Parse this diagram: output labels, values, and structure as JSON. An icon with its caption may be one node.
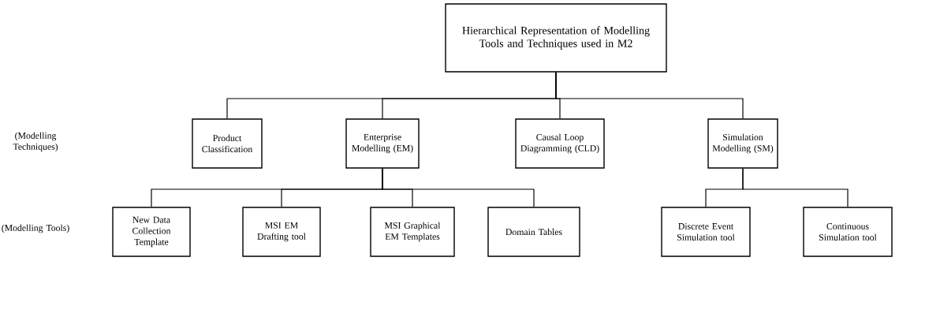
{
  "diagram": {
    "nodes": [
      {
        "text": [
          "Hierarchical Representation of Modelling Tools and Techniques used in M2"
        ]
      },
      {
        "text": [
          "Product Classification"
        ]
      },
      {
        "text": [
          "Enterprise Modelling (EM)"
        ]
      },
      {
        "text": [
          "Causal Loop Diagramming (CLD)"
        ]
      },
      {
        "text": [
          "Simulation Modelling (SM)"
        ]
      },
      {
        "text": [
          "New Data Collection Template"
        ]
      },
      {
        "text": [
          "MSI EM Drafting tool"
        ]
      },
      {
        "text": [
          "MSI Graphical EM Templates"
        ]
      },
      {
        "text": [
          "Domain Tables"
        ]
      },
      {
        "text": [
          "Discrete Event Simulation tool"
        ]
      },
      {
        "text": [
          "Continuous Simulation tool"
        ]
      }
    ],
    "edges": [
      {
        "from": 0,
        "to": 1,
        "arrow": "none"
      },
      {
        "from": 0,
        "to": 2,
        "arrow": "none"
      },
      {
        "from": 0,
        "to": 3,
        "arrow": "none"
      },
      {
        "from": 0,
        "to": 4,
        "arrow": "none"
      },
      {
        "from": 2,
        "to": 5,
        "arrow": "none"
      },
      {
        "from": 2,
        "to": 6,
        "arrow": "none"
      },
      {
        "from": 2,
        "to": 7,
        "arrow": "none"
      },
      {
        "from": 2,
        "to": 8,
        "arrow": "none"
      },
      {
        "from": 4,
        "to": 9,
        "arrow": "none"
      },
      {
        "from": 4,
        "to": 10,
        "arrow": "none"
      }
    ],
    "labels": [
      "(Modelling Techniques)",
      "(Modelling Tools)"
    ]
  }
}
